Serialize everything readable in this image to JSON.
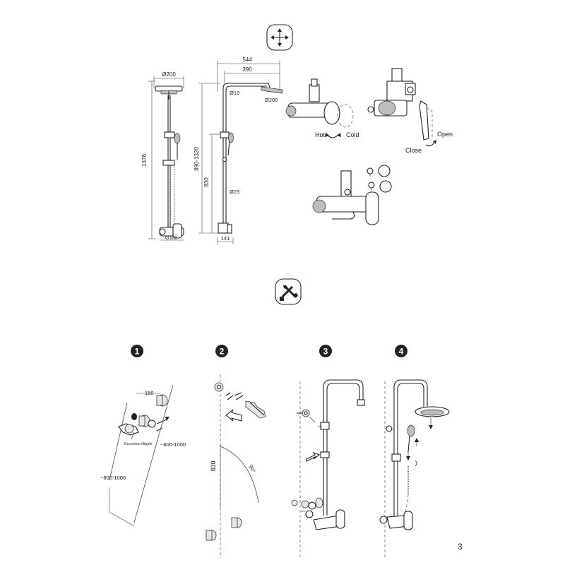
{
  "dimensions": {
    "head_diameter_a": "Ø200",
    "total_height": "1376",
    "connection": "G1/2",
    "arm_width": "544",
    "arm_reach": "390",
    "head_diameter_b": "Ø200",
    "arm_tube_diameter": "Ø19",
    "height_range": "890-1320",
    "riser_height": "830",
    "riser_diameter": "Ø23",
    "depth": "141"
  },
  "controls": {
    "hot": "Hot",
    "cold": "Cold",
    "open": "Open",
    "close": "Close"
  },
  "installation": {
    "steps": [
      "1",
      "2",
      "3",
      "4"
    ],
    "step1": {
      "spacing": "150",
      "nipple_label": "Eccentric Nipple",
      "height_a": "~800-1000",
      "height_b": "~800-1000"
    },
    "step2": {
      "height": "830",
      "angle": "90°"
    }
  },
  "icons": [
    "dimensions-icon",
    "wrench-icon"
  ],
  "page_number": "3"
}
